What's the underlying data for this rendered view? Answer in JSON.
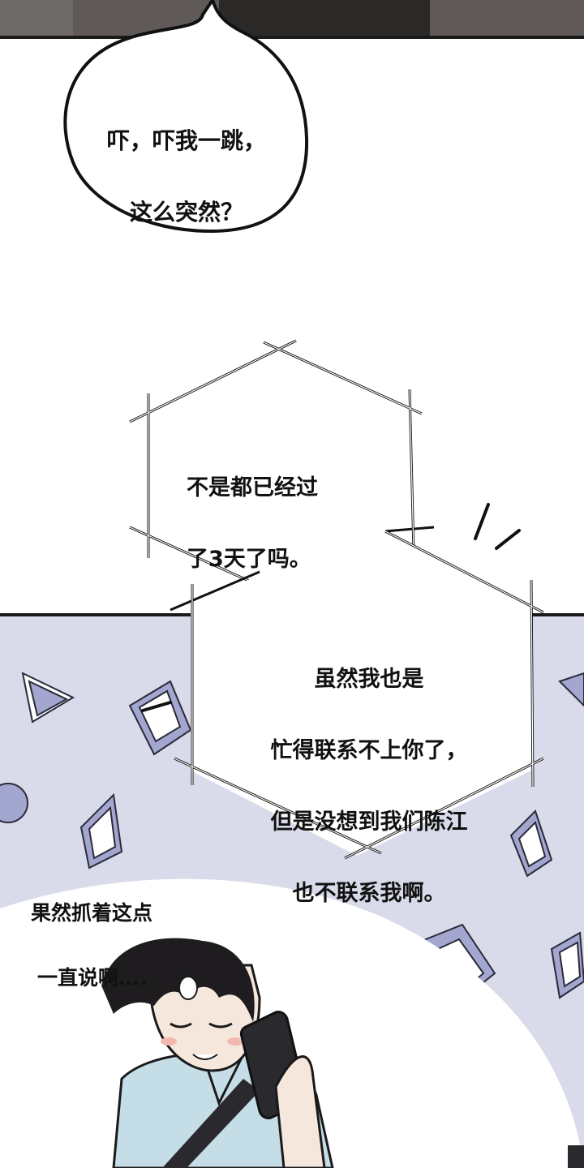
{
  "panels": {
    "speech_top": {
      "lines": [
        "吓，吓我一跳，",
        "这么突然？"
      ]
    },
    "thought_upper": {
      "lines": [
        "不是都已经过",
        "了3天了吗。"
      ]
    },
    "thought_lower": {
      "lines": [
        "虽然我也是",
        "忙得联系不上你了，",
        "但是没想到我们陈江",
        "也不联系我啊。"
      ]
    },
    "narration": {
      "lines": [
        "果然抓着这点",
        "一直说啊…．"
      ]
    }
  },
  "colors": {
    "pattern_bg": "#d9dbea",
    "pattern_shape": "#a3a6cf",
    "hair": "#1e1c1f",
    "shirt": "#c5dde6",
    "phone": "#2a2a2e"
  }
}
